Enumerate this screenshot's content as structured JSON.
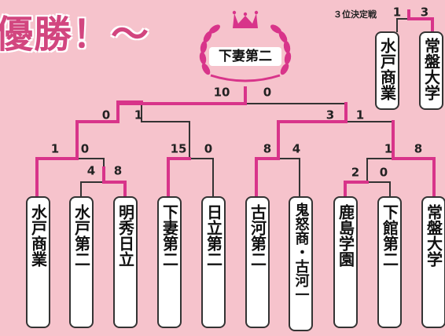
{
  "title": "優勝！〜",
  "colors": {
    "accent": "#d8348a",
    "line": "#333333",
    "background": "#f6c3cc",
    "laurel": "#d8348a"
  },
  "champion": {
    "icon": "crown-laurel-icon",
    "name": "下妻第二"
  },
  "final": {
    "left_score": "10",
    "right_score": "0"
  },
  "semifinals": {
    "left": {
      "left_score": "0",
      "right_score": "1"
    },
    "right": {
      "left_score": "3",
      "right_score": "1"
    }
  },
  "quarterfinals": [
    {
      "left_score": "1",
      "right_score": "0"
    },
    {
      "left_score": "15",
      "right_score": "0"
    },
    {
      "left_score": "8",
      "right_score": "4"
    },
    {
      "left_score": "1",
      "right_score": "8"
    }
  ],
  "first_round": [
    {
      "left_score": "4",
      "right_score": "8"
    },
    {
      "left_score": "2",
      "right_score": "0"
    }
  ],
  "teams": [
    "水戸商業",
    "水戸第二",
    "明秀日立",
    "下妻第二",
    "日立第二",
    "古河第二",
    "鬼怒商・古河一",
    "鹿島学園",
    "下館第二",
    "常盤大学"
  ],
  "third_place": {
    "label": "３位決定戦",
    "left_score": "1",
    "right_score": "3",
    "teams": [
      "水戸商業",
      "常盤大学"
    ]
  }
}
